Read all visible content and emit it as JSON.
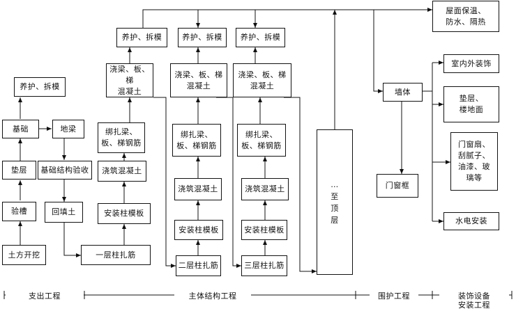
{
  "nodes": {
    "yanghu_jc": "养护、拆模",
    "jichu": "基础",
    "diliang": "地梁",
    "dianceng": "垫层",
    "jc_yanshou": "基础结构验收",
    "yancao": "验槽",
    "huitiantu": "回填土",
    "tufang": "土方开挖",
    "l1_zhujin": "一层柱扎筋",
    "l1_yanghu": "养护、拆模",
    "l1_liangban": "浇梁、板、梯\n混凝土",
    "l1_bangzha": "绑扎梁、\n板、梯钢筋",
    "l1_zhuhnt": "浇筑混凝土",
    "l1_moban": "安装柱模板",
    "l2_yanghu": "养护、拆模",
    "l2_liangban": "浇梁、板、梯\n混凝土",
    "l2_bangzha": "绑扎梁、\n板、梯钢筋",
    "l2_zhuhnt": "浇筑混凝土",
    "l2_moban": "安装柱模板",
    "l2_zhujin": "二层柱扎筋",
    "l3_yanghu": "养护、拆模",
    "l3_liangban": "浇梁、板、梯\n混凝土",
    "l3_bangzha": "绑扎梁、\n板、梯钢筋",
    "l3_zhuhnt": "浇筑混凝土",
    "l3_moban": "安装柱模板",
    "l3_zhujin": "三层柱扎筋",
    "top_floor": "…至顶层",
    "roof": "屋面保温、\n防水、隔热",
    "wall": "墙体",
    "interior": "室内外装饰",
    "floor_layer": "垫层、\n楼地面",
    "windows": "门窗扇、\n刮腻子、\n油漆、玻\n璃等",
    "window_frame": "门窗框",
    "mep": "水电安装"
  },
  "phases": {
    "p1": "支出工程",
    "p2": "主体结构工程",
    "p3": "围护工程",
    "p4": "装饰设备\n安装工程"
  }
}
